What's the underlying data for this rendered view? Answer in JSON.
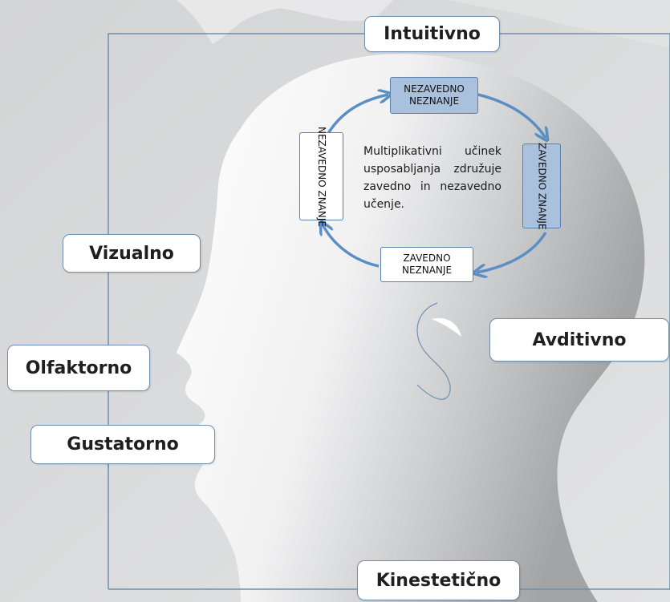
{
  "senses": {
    "intuitive": "Intuitivno",
    "visual": "Vizualno",
    "olfactory": "Olfaktorno",
    "gustatory": "Gustatorno",
    "auditory": "Avditivno",
    "kinesthetic": "Kinestetično"
  },
  "cycle": {
    "top": "NEZAVEDNO NEZNANJE",
    "right": "ZAVEDNO ZNANJE",
    "bottom": "ZAVEDNO NEZNANJE",
    "left": "NEZAVEDNO ZNANJE"
  },
  "center_text": "Multiplikativni učinek usposabljanja združuje zavedno in nezavedno učenje.",
  "colors": {
    "frame_line": "#6f8fb0",
    "cycle_arrow": "#5b8fc4",
    "stage_fill_blue": "#a9c1dc",
    "head_light": "#ffffff",
    "head_dark": "#a5a6a8"
  }
}
